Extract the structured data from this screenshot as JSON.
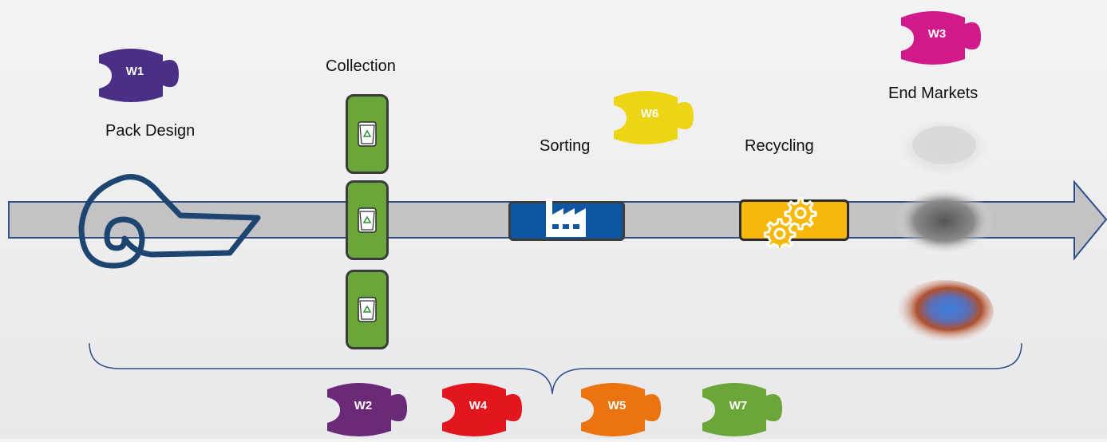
{
  "stages": {
    "pack_design": "Pack Design",
    "collection": "Collection",
    "sorting": "Sorting",
    "recycling": "Recycling",
    "end_markets": "End Markets"
  },
  "workstreams": {
    "w1": {
      "label": "W1",
      "color": "#4a2f86"
    },
    "w2": {
      "label": "W2",
      "color": "#6b2a78"
    },
    "w3": {
      "label": "W3",
      "color": "#d11a8a"
    },
    "w4": {
      "label": "W4",
      "color": "#e3161e"
    },
    "w5": {
      "label": "W5",
      "color": "#ec7410"
    },
    "w6": {
      "label": "W6",
      "color": "#ecd515"
    },
    "w7": {
      "label": "W7",
      "color": "#6aa63a"
    }
  },
  "colors": {
    "arrow_fill": "#c3c3c5",
    "arrow_stroke": "#2e4f8c",
    "bin": "#6aa63a",
    "factory_box": "#0e56a2",
    "recycling_box": "#f6b80b",
    "bracket": "#2e4f8c"
  },
  "icons": {
    "pack": "film-roll-icon",
    "bin": "recycle-bin-icon",
    "sorting": "factory-icon",
    "recycling": "gears-icon",
    "end_markets": "plastic-pellets-icon"
  }
}
